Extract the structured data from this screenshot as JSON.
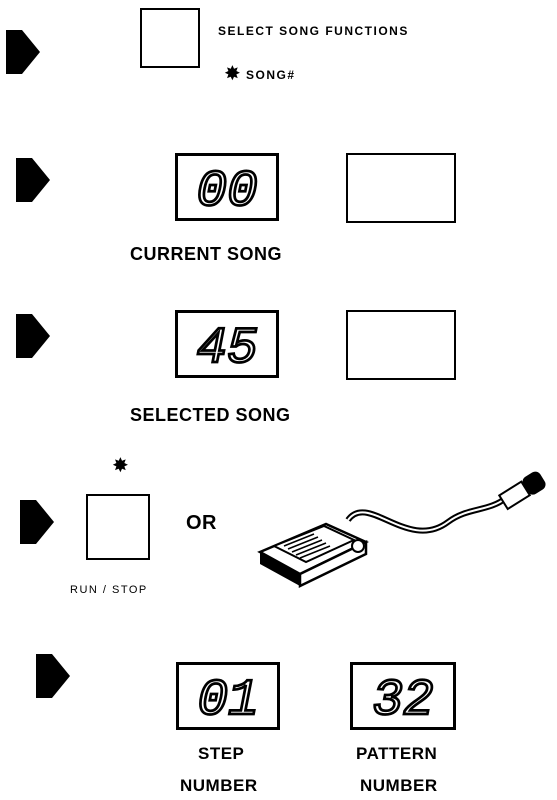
{
  "step1": {
    "heading": "SELECT  SONG  FUNCTIONS",
    "sub": "SONG#"
  },
  "step2": {
    "display": "00",
    "label": "CURRENT SONG"
  },
  "step3": {
    "display": "45",
    "label": "SELECTED SONG"
  },
  "step4": {
    "or_text": "OR",
    "button_label": "RUN / STOP"
  },
  "step5": {
    "left_display": "01",
    "left_label_1": "STEP",
    "left_label_2": "NUMBER",
    "right_display": "32",
    "right_label_1": "PATTERN",
    "right_label_2": "NUMBER"
  },
  "glyphs": {
    "star": "✸"
  },
  "icons": [
    "arrow-icon",
    "footswitch-icon",
    "star-icon"
  ]
}
